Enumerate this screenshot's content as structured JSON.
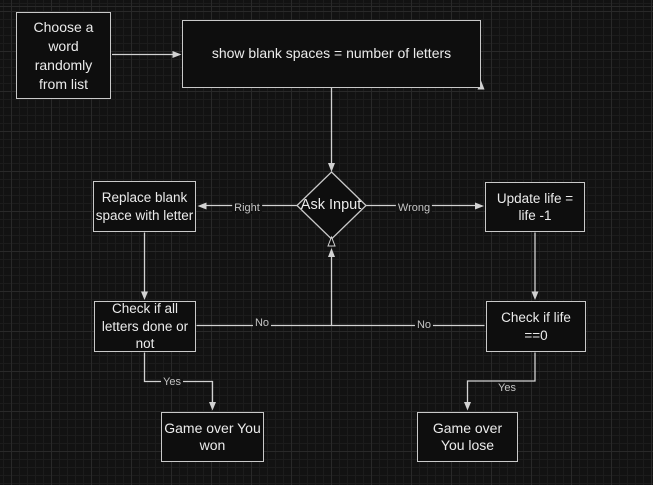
{
  "canvas": {
    "background": "#121212",
    "grid_minor_color": "#1c1c1c",
    "grid_major_color": "#292929",
    "node_fill": "#0e0e0e",
    "node_border": "#c9c9c9",
    "edge_color": "#d2d2d2",
    "text_color": "#ebebeb",
    "label_color": "#c4c4c4"
  },
  "flowchart": {
    "nodes": {
      "choose_word": {
        "label": "Choose a word randomly from list",
        "shape": "rect"
      },
      "show_blanks": {
        "label": "show blank spaces = number of letters",
        "shape": "rect"
      },
      "ask_input": {
        "label": "Ask Input",
        "shape": "diamond"
      },
      "replace_blank": {
        "label": "Replace blank space with letter",
        "shape": "rect"
      },
      "update_life": {
        "label": "Update life = life -1",
        "shape": "rect"
      },
      "check_letters": {
        "label": "Check if all letters done or not",
        "shape": "rect"
      },
      "check_life": {
        "label": "Check if life ==0",
        "shape": "rect"
      },
      "game_won": {
        "label": "Game over You won",
        "shape": "rect"
      },
      "game_lose": {
        "label": "Game over You lose",
        "shape": "rect"
      }
    },
    "edge_labels": {
      "right": "Right",
      "wrong": "Wrong",
      "no_left": "No",
      "no_right": "No",
      "yes_left": "Yes",
      "yes_right": "Yes"
    }
  }
}
